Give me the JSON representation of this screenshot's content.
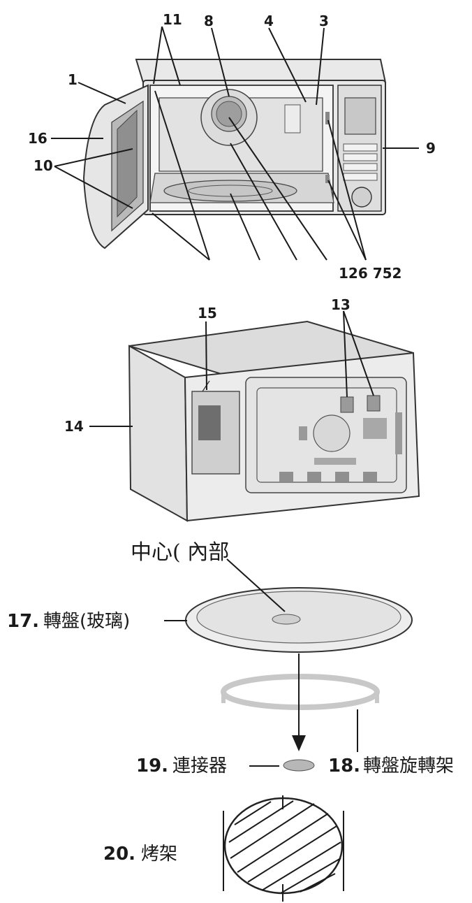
{
  "front_view": {
    "labels": [
      "1",
      "16",
      "10",
      "11",
      "8",
      "4",
      "3",
      "9",
      "126 752"
    ]
  },
  "rear_view": {
    "labels": [
      "15",
      "13",
      "14"
    ]
  },
  "accessories": {
    "center_label": "中心(  內部",
    "turntable_num": "17.",
    "turntable_text": "轉盤(玻璃)",
    "coupler_num": "19.",
    "coupler_text": "連接器",
    "ring_num": "18.",
    "ring_text": "轉盤旋轉架",
    "rack_num": "20.",
    "rack_text": "烤架"
  }
}
